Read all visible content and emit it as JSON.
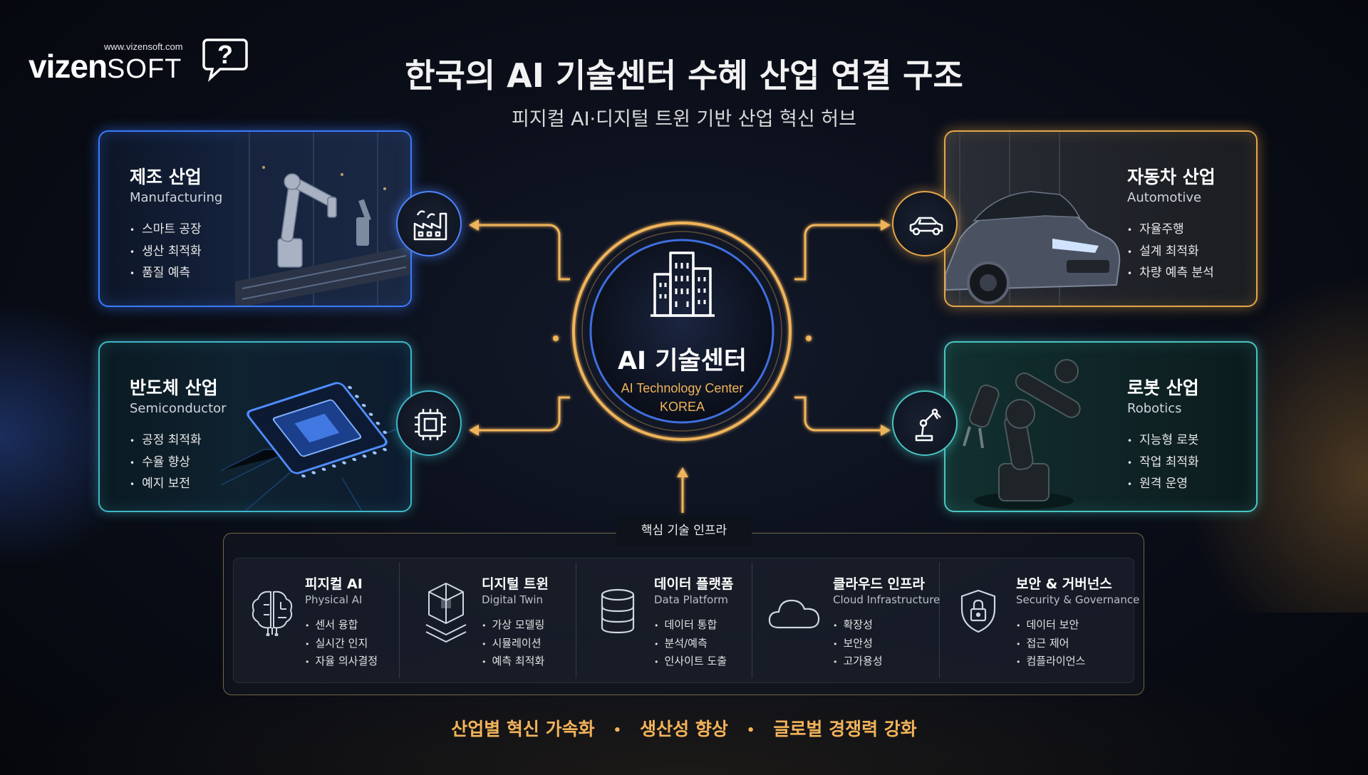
{
  "brand": {
    "url": "www.vizensoft.com",
    "name_bold": "vizen",
    "name_light": "SOFT",
    "logo_glyph": "?"
  },
  "header": {
    "title": "한국의 AI 기술센터 수혜 산업 연결 구조",
    "subtitle": "피지컬 AI·디지털 트윈 기반 산업 혁신 허브"
  },
  "hub": {
    "title": "AI 기술센터",
    "subtitle_en": "AI Technology Center",
    "subtitle_country": "KOREA"
  },
  "industries": {
    "manufacturing": {
      "title": "제조 산업",
      "title_en": "Manufacturing",
      "items": [
        "스마트 공장",
        "생산 최적화",
        "품질 예측"
      ],
      "accent": "#3a7bff"
    },
    "semiconductor": {
      "title": "반도체 산업",
      "title_en": "Semiconductor",
      "items": [
        "공정 최적화",
        "수율 향상",
        "예지 보전"
      ],
      "accent": "#3fb7c8"
    },
    "automotive": {
      "title": "자동차 산업",
      "title_en": "Automotive",
      "items": [
        "자율주행",
        "설계 최적화",
        "차량 예측 분석"
      ],
      "accent": "#e4a64a"
    },
    "robotics": {
      "title": "로봇 산업",
      "title_en": "Robotics",
      "items": [
        "지능형 로봇",
        "작업 최적화",
        "원격 운영"
      ],
      "accent": "#49c6c1"
    }
  },
  "infra": {
    "label": "핵심 기술 인프라",
    "items": [
      {
        "title": "피지컬 AI",
        "title_en": "Physical AI",
        "points": [
          "센서 융합",
          "실시간 인지",
          "자율 의사결정"
        ],
        "icon": "brain-circuit-icon"
      },
      {
        "title": "디지털 트윈",
        "title_en": "Digital Twin",
        "points": [
          "가상 모델링",
          "시뮬레이션",
          "예측 최적화"
        ],
        "icon": "cube-layers-icon"
      },
      {
        "title": "데이터 플랫폼",
        "title_en": "Data Platform",
        "points": [
          "데이터 통합",
          "분석/예측",
          "인사이트 도출"
        ],
        "icon": "database-icon"
      },
      {
        "title": "클라우드 인프라",
        "title_en": "Cloud Infrastructure",
        "points": [
          "확장성",
          "보안성",
          "고가용성"
        ],
        "icon": "cloud-icon"
      },
      {
        "title": "보안 & 거버넌스",
        "title_en": "Security & Governance",
        "points": [
          "데이터 보안",
          "접근 제어",
          "컴플라이언스"
        ],
        "icon": "shield-lock-icon"
      }
    ]
  },
  "footer": {
    "items": [
      "산업별 혁신 가속화",
      "생산성 향상",
      "글로벌 경쟁력 강화"
    ],
    "separator": "•"
  },
  "colors": {
    "gold": "#f0b45a",
    "blue": "#3a7bff",
    "teal": "#49c6c1"
  }
}
